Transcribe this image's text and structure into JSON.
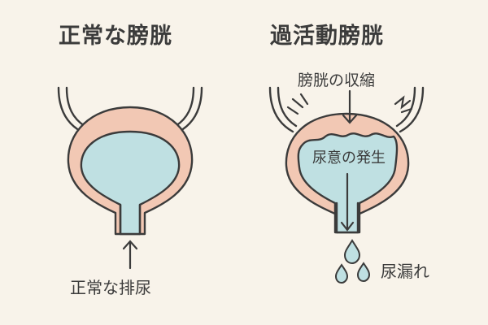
{
  "titles": {
    "normal": "正常な膀胱",
    "overactive": "過活動膀胱"
  },
  "labels": {
    "normal_urination": "正常な排尿",
    "bladder_contraction": "膀胱の収縮",
    "urge": "尿意の発生",
    "leakage": "尿漏れ"
  },
  "colors": {
    "background": "#f8f3ea",
    "bladder_wall": "#f2c8b4",
    "urine": "#bfe0e2",
    "outline": "#3b3b3b"
  },
  "icons": {
    "normal_arrow": "arrow-up-icon",
    "contraction_arrow": "arrow-down-icon",
    "leak_arrow": "arrow-down-icon",
    "spark_marks": "motion-spark-icon",
    "drops": "water-drop-icon"
  }
}
